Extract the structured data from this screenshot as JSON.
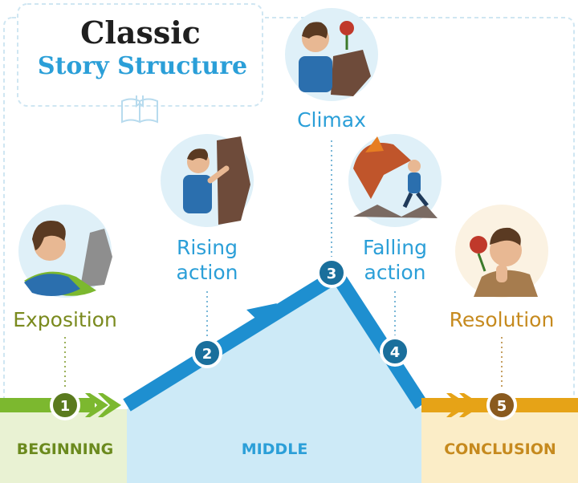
{
  "title": {
    "line1": "Classic",
    "line2": "Story Structure"
  },
  "stages": [
    {
      "number": "1",
      "label": "Exposition"
    },
    {
      "number": "2",
      "label_line1": "Rising",
      "label_line2": "action"
    },
    {
      "number": "3",
      "label": "Climax"
    },
    {
      "number": "4",
      "label_line1": "Falling",
      "label_line2": "action"
    },
    {
      "number": "5",
      "label": "Resolution"
    }
  ],
  "phases": {
    "beginning": "BEGINNING",
    "middle": "MIDDLE",
    "conclusion": "CONCLUSION"
  },
  "colors": {
    "beginning": "#7cb82f",
    "middle": "#2b9fd8",
    "conclusion": "#e6a317",
    "dark_circle": "#1a6f9c",
    "olive_circle": "#5a7a1e",
    "brown_circle": "#8a5a1e"
  }
}
